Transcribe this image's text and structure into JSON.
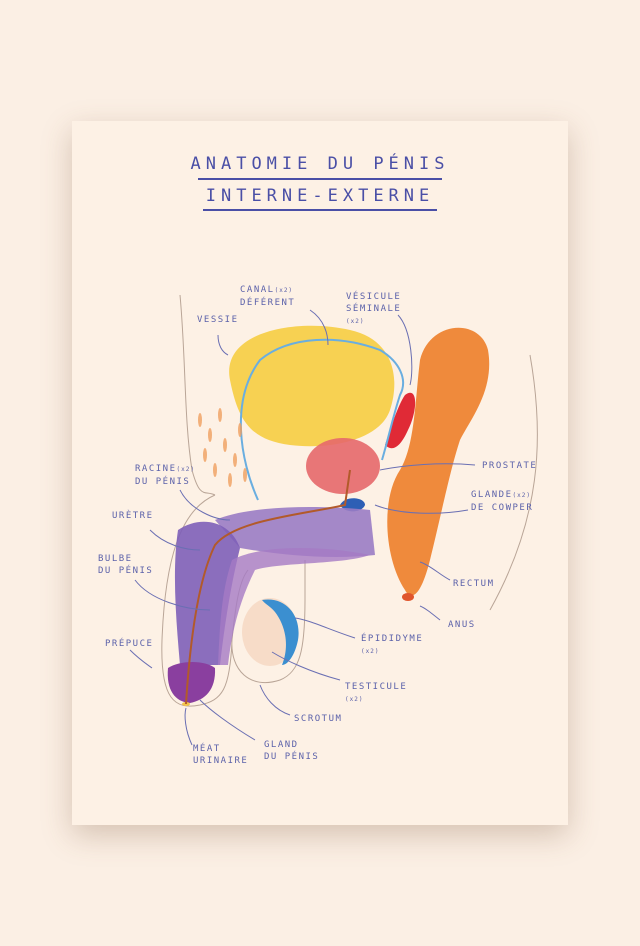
{
  "title": {
    "line1": "ANATOMIE DU PÉNIS",
    "line2": "INTERNE-EXTERNE"
  },
  "labels": {
    "canal": {
      "l1": "CANAL",
      "count": "(x2)",
      "l2": "DÉFÉRENT"
    },
    "vesicule": {
      "l1": "VÉSICULE",
      "l2": "SÉMINALE",
      "count": "(x2)"
    },
    "vessie": "VESSIE",
    "prostate": "PROSTATE",
    "cowper": {
      "l1": "GLANDE",
      "count": "(x2)",
      "l2": "DE COWPER"
    },
    "racine": {
      "l1": "RACINE",
      "count": "(x2)",
      "l2": "DU PÉNIS"
    },
    "uretre": "URÈTRE",
    "bulbe": {
      "l1": "BULBE",
      "l2": "DU PÉNIS"
    },
    "prepuce": "PRÉPUCE",
    "rectum": "RECTUM",
    "anus": "ANUS",
    "epididyme": {
      "l1": "ÉPIDIDYME",
      "count": "(x2)"
    },
    "testicule": {
      "l1": "TESTICULE",
      "count": "(x2)"
    },
    "scrotum": "SCROTUM",
    "meat": {
      "l1": "MÉAT",
      "l2": "URINAIRE"
    },
    "gland": {
      "l1": "GLAND",
      "l2": "DU PÉNIS"
    }
  },
  "colors": {
    "ink": "#5c62aa",
    "bladder": "#f7cf4a",
    "rectum": "#ef8a3c",
    "prostate": "#e6686a",
    "penis": "#9a7cc4",
    "testicle": "#f7dcc8",
    "epididymis": "#3b8fd0"
  }
}
